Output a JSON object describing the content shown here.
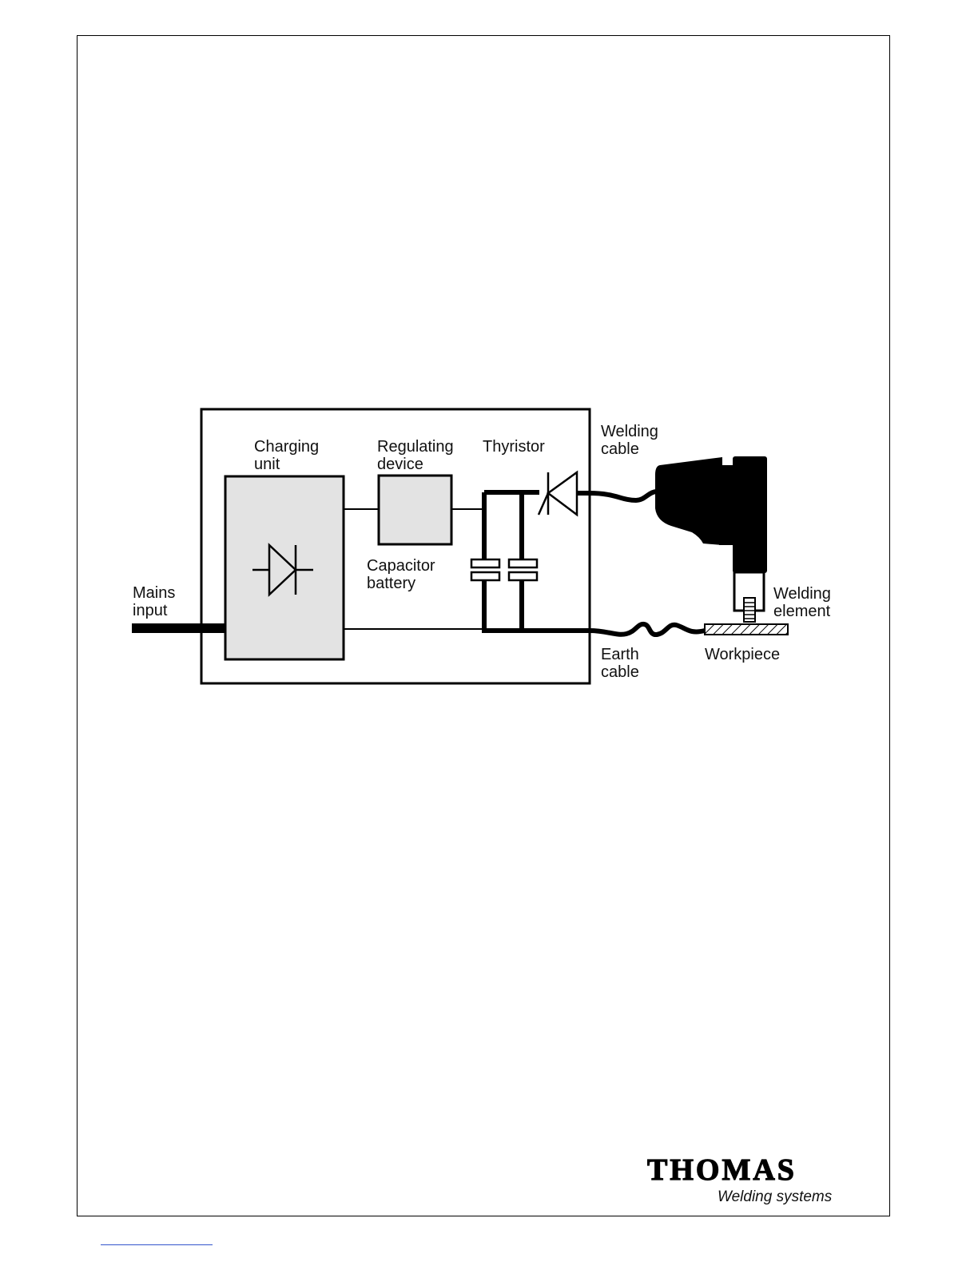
{
  "diagram": {
    "labels": {
      "charging_unit": [
        "Charging",
        "unit"
      ],
      "regulating_device": [
        "Regulating",
        "device"
      ],
      "thyristor": "Thyristor",
      "welding_cable": [
        "Welding",
        "cable"
      ],
      "capacitor_battery": [
        "Capacitor",
        "battery"
      ],
      "mains_input": [
        "Mains",
        "input"
      ],
      "welding_element": [
        "Welding",
        "element"
      ],
      "earth_cable": [
        "Earth",
        "cable"
      ],
      "workpiece": "Workpiece"
    },
    "colors": {
      "block_fill": "#e3e3e3",
      "stroke": "#000000"
    }
  },
  "brand": {
    "wordmark": "THOMAS",
    "tagline": "Welding systems"
  }
}
